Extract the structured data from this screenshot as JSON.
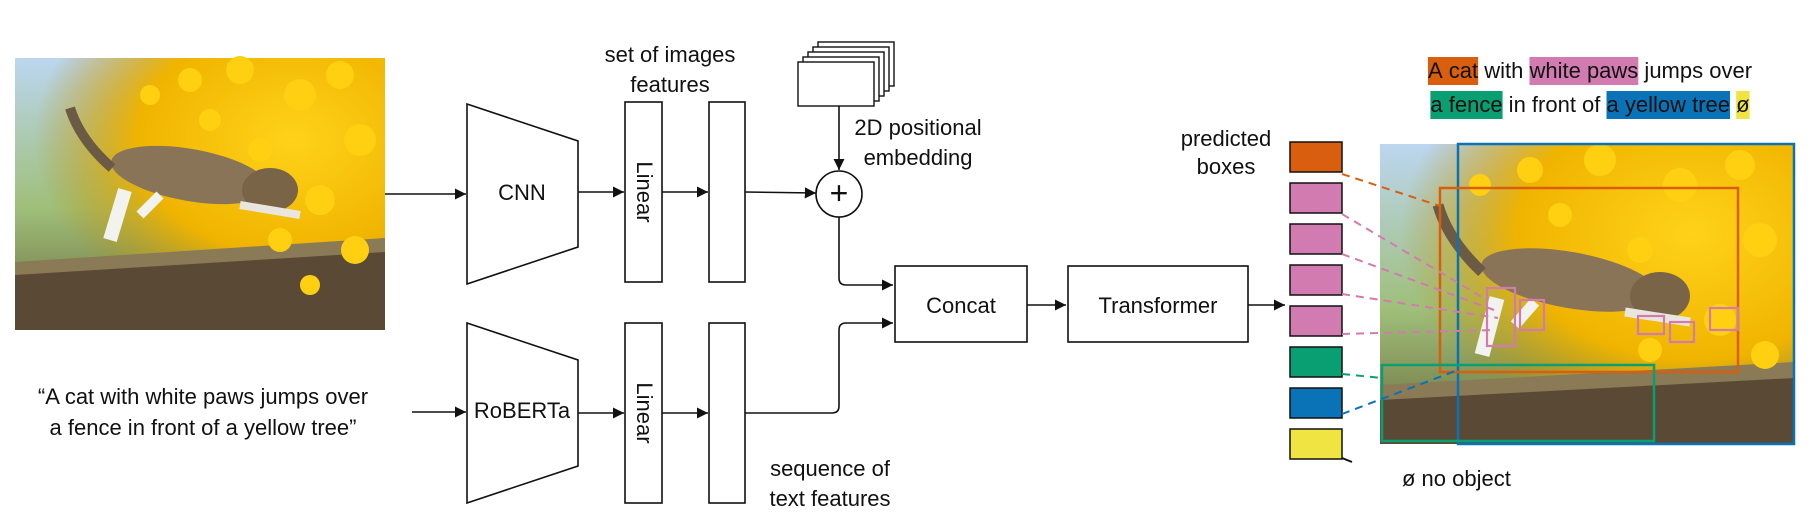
{
  "labels": {
    "cnn": "CNN",
    "roberta": "RoBERTa",
    "linear_top": "Linear",
    "linear_bottom": "Linear",
    "image_features_line1": "set of images",
    "image_features_line2": "features",
    "pos_embed_line1": "2D positional",
    "pos_embed_line2": "embedding",
    "plus": "+",
    "concat": "Concat",
    "transformer": "Transformer",
    "predicted_line1": "predicted",
    "predicted_line2": "boxes",
    "text_features_line1": "sequence of",
    "text_features_line2": "text features",
    "no_object": "ø no object"
  },
  "input_text": {
    "line1": "“A cat with white paws jumps over",
    "line2": "a fence in front of a yellow tree”"
  },
  "caption": {
    "line1": [
      {
        "text": "A cat",
        "color": "#d95f0e"
      },
      {
        "text": " with ",
        "color": null
      },
      {
        "text": "white paws",
        "color": "#d17bb0"
      },
      {
        "text": " jumps over",
        "color": null
      }
    ],
    "line2": [
      {
        "text": "a fence",
        "color": "#0a9e73"
      },
      {
        "text": " in front of ",
        "color": null
      },
      {
        "text": "a yellow tree",
        "color": "#0a72b6"
      },
      {
        "text": " ",
        "color": null
      },
      {
        "text": "ø",
        "color": "#f0e442"
      }
    ]
  },
  "box_colors": [
    "#d95f0e",
    "#d17bb0",
    "#d17bb0",
    "#d17bb0",
    "#d17bb0",
    "#0a9e73",
    "#0a72b6",
    "#f0e442"
  ],
  "colors": {
    "cat": "#d95f0e",
    "paws": "#d17bb0",
    "fence": "#0a9e73",
    "tree": "#0a72b6",
    "no_object": "#f0e442"
  }
}
